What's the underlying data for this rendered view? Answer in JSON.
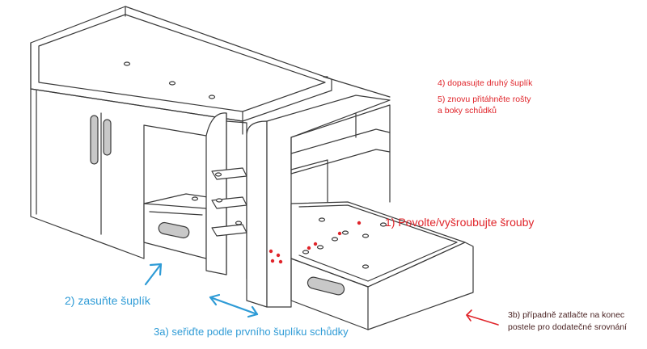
{
  "colors": {
    "outline": "#3a3a3a",
    "red": "#e0242a",
    "blue": "#2e9bd6",
    "dark_text": "#4a2323",
    "handle": "#c8c8c8"
  },
  "steps": {
    "step_1": "1) Povolte/vyšroubujte šrouby",
    "step_2": "2) zasuňte šuplík",
    "step_3a": "3a) seřiďte podle prvního šuplíku schůdky",
    "step_3b_line1": "3b) případně zatlačte na konec",
    "step_3b_line2": "postele pro dodatečné srovnání",
    "step_4": "4) dopasujte druhý šuplík",
    "step_5_line1": "5) znovu přitáhněte rošty",
    "step_5_line2": "a boky schůdků"
  }
}
